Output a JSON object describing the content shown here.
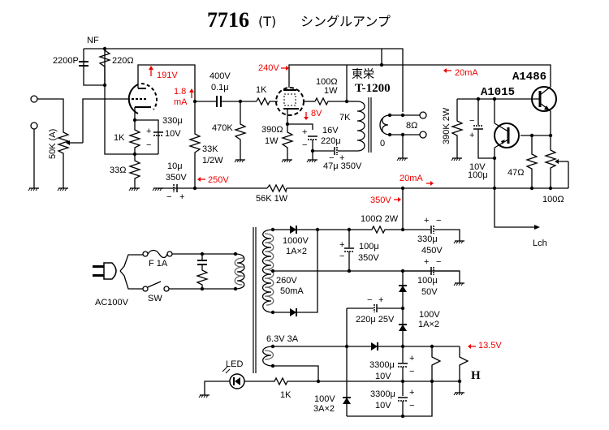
{
  "title": {
    "model": "7716",
    "suffix": "(T)",
    "subtitle": "シングルアンプ"
  },
  "labels": {
    "nf": "NF",
    "c_2200p": "2200P",
    "r_220": "220Ω",
    "v_191": "191V",
    "i_1_8": "1.8",
    "i_ma": "mA",
    "c_400v": "400V",
    "c_01u": "0.1μ",
    "r_1k_grid": "1K",
    "v_240": "240V",
    "r_100_1w_a": "100Ω",
    "r_100_1w_b": "1W",
    "brand_jp": "東栄",
    "transformer": "T-1200",
    "primary_7k": "7K",
    "out_8ohm": "8Ω",
    "out_0": "0",
    "i_20ma_top": "20mA",
    "q_a1486": "A1486",
    "q_a1015": "A1015",
    "r_390k": "390K 2W",
    "c_10v": "10V",
    "c_100u": "100μ",
    "r_47": "47Ω",
    "r_100": "100Ω",
    "lch": "Lch",
    "pot_50k": "50K (A)",
    "r_1k_cath": "1K",
    "c_330u": "330μ",
    "c_330u_10v": "10V",
    "r_33": "33Ω",
    "r_470k": "470K",
    "r_33k_a": "33K",
    "r_33k_b": "1/2W",
    "r_390": "390Ω",
    "r_390_w": "1W",
    "v_8": "8V",
    "c_16v": "16V",
    "c_220u": "220μ",
    "c_47u": "47μ 350V",
    "c_10u": "10μ",
    "c_10u_350v": "350V",
    "v_250": "250V",
    "r_56k": "56K 1W",
    "i_20ma_mid": "20mA",
    "v_350": "350V",
    "r_100_2w": "100Ω 2W",
    "d_1000v": "1000V",
    "d_1ax2": "1A×2",
    "c_100u_a": "100μ",
    "c_350v": "350V",
    "c_330u_b": "330μ",
    "c_450v": "450V",
    "sec_260v": "260V",
    "sec_50ma": "50mA",
    "c_100u_b": "100μ",
    "c_50v": "50V",
    "fuse": "F 1A",
    "switch": "SW",
    "ac": "AC100V",
    "c_220u_25v": "220μ 25V",
    "d_100v": "100V",
    "d_100v_1ax2": "1A×2",
    "heater_sec": "6.3V  3A",
    "v_13_5": "13.5V",
    "c_3300u_a": "3300μ",
    "c_10v_a": "10V",
    "c_3300u_b": "3300μ",
    "c_10v_b": "10V",
    "heater": "H",
    "led": "LED",
    "r_1k_led": "1K",
    "d_100v_3a": "100V",
    "d_3ax2": "3A×2",
    "plus": "+",
    "minus": "−"
  }
}
